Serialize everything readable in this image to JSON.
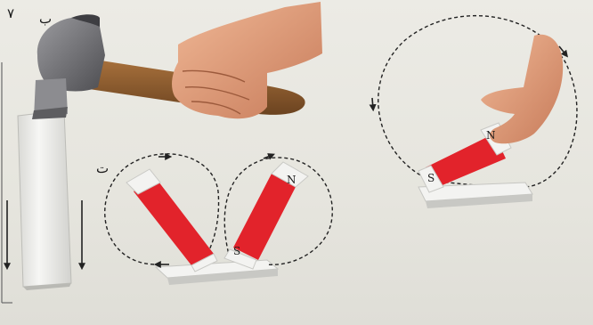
{
  "figure": {
    "number": "۷",
    "label_b": "ب",
    "label_t": "ت",
    "label_n": "N",
    "label_s": "S",
    "label_right_n": "N",
    "label_right_s": "S"
  },
  "colors": {
    "magnet_red": "#e2232b",
    "bar_white": "#f1f1ef",
    "bar_shadow": "#c9c9c5",
    "handle_wood": "#8a5a2e",
    "hammer_head": "#6f6f72",
    "skin": "#e9a785",
    "arrow_line": "#222222"
  }
}
